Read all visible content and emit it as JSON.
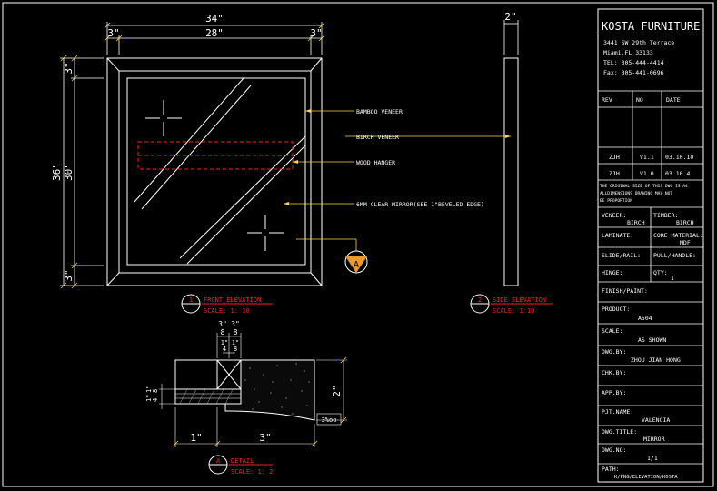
{
  "company": {
    "name": "KOSTA FURNITURE",
    "address1": "3441 SW 29th Terrace",
    "address2": "Miami,FL   33133",
    "tel": "TEL:   305-444-4414",
    "fax": "Fax:   305-441-0696"
  },
  "revision_table": {
    "headers": [
      "REV",
      "NO",
      "DATE"
    ],
    "rows": [
      {
        "by": "ZJH",
        "no": "V1.1",
        "date": "03.10.10"
      },
      {
        "by": "ZJH",
        "no": "V1.0",
        "date": "03.10.4"
      }
    ]
  },
  "notice": [
    "THE ORIGINAL SIZE OF THIS DWG IS A4",
    "ALLDIMENSIONS DRAWING MAY NOT",
    "BE PROPORTION"
  ],
  "title_fields": {
    "veneer_label": "VENEER:",
    "veneer_value": "BIRCH",
    "timber_label": "TIMBER:",
    "timber_value": "BIRCH",
    "laminate_label": "LAMINATE:",
    "core_label": "CORE MATERIAL:",
    "core_value": "MDF",
    "slide_label": "SLIDE/RAIL:",
    "pull_label": "PULL/HANDLE:",
    "hinge_label": "HINGE:",
    "qty_label": "QTY:",
    "qty_value": "1",
    "finish_label": "FINISH/PAINT:",
    "product_label": "PRODUCT:",
    "product_value": "A504",
    "scale_label": "SCALE:",
    "scale_value": "AS SHOWN",
    "drawn_label": "DWG.BY:",
    "drawn_value": "ZHOU JIAN HONG",
    "chk_label": "CHK.BY:",
    "appd_label": "APP.BY:",
    "prj_label": "PJT.NAME:",
    "prj_value": "VALENCIA",
    "dwg_title_label": "DWG.TITLE:",
    "dwg_title_value": "MIRROR",
    "dwg_no_label": "DWG.NO:",
    "dwg_no_value": "1/1",
    "path_label": "PATH:",
    "path_value": "K/PNG/ELEVATION/KOSTA"
  },
  "front": {
    "dim_total_w": "34\"",
    "dim_side_l": "3\"",
    "dim_mid": "28\"",
    "dim_side_r": "3\"",
    "dim_total_h": "36\"",
    "dim_top": "3\"",
    "dim_h_mid": "30\"",
    "dim_bottom": "3\"",
    "callout_1": "BAMBOO VENEER",
    "callout_2": "BIRCH VENEER",
    "callout_3": "WOOD HANGER",
    "callout_4": "6MM CLEAR MIRROR(SEE 1\"BEVELED EDGE)",
    "section_marker": "A",
    "view_num": "1",
    "view_title": "FRONT ELEVATION",
    "view_scale": "SCALE: 1: 10"
  },
  "side": {
    "dim_w": "2\"",
    "view_num": "2",
    "view_title": "SIDE ELEVATION",
    "view_scale": "SCALE: 1:10"
  },
  "detail": {
    "top_dim_a": "3\"",
    "top_dim_a_b": "8",
    "top_dim_b": "3\"",
    "top_dim_b_b": "8",
    "small_a": "1\"",
    "small_a_b": "4",
    "small_b": "1\"",
    "small_b_b": "8",
    "left_dims": [
      "1\"",
      "4",
      "1\"",
      "8"
    ],
    "right_dim": "2\"",
    "bottom_left": "1\"",
    "bottom_mid": "3\"",
    "radius_note": "3%oo",
    "view_num": "A",
    "view_title": "DETAIL",
    "view_scale": "SCALE: 1: 2"
  },
  "colors": {
    "line": "#ffffff",
    "dim": "#ffd24a",
    "accent": "#ff2020",
    "marker": "#e89a2a",
    "frame": "#ffffff"
  }
}
